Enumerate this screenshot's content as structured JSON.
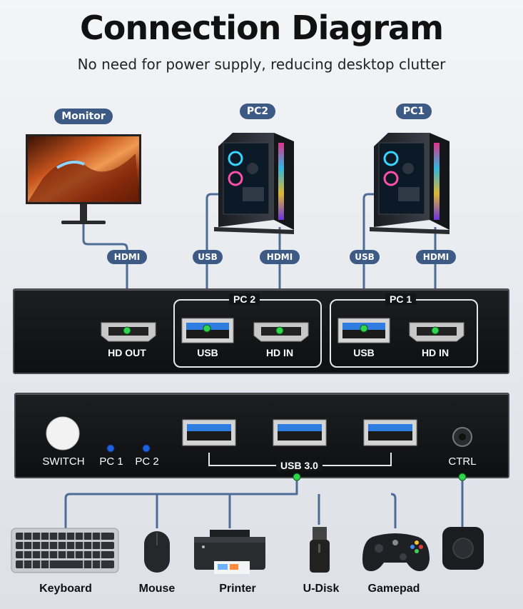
{
  "header": {
    "title": "Connection Diagram",
    "subtitle": "No need for power supply, reducing desktop clutter"
  },
  "devices": {
    "monitor": "Monitor",
    "pc2": "PC2",
    "pc1": "PC1"
  },
  "cables": {
    "monitor": "HDMI",
    "pc2_usb": "USB",
    "pc2_hdmi": "HDMI",
    "pc1_usb": "USB",
    "pc1_hdmi": "HDMI"
  },
  "rear_panel": {
    "hd_out": "HD OUT",
    "group_pc2": "PC 2",
    "group_pc1": "PC 1",
    "pc2_usb": "USB",
    "pc2_hd_in": "HD IN",
    "pc1_usb": "USB",
    "pc1_hd_in": "HD IN"
  },
  "front_panel": {
    "switch": "SWITCH",
    "pc1_led": "PC 1",
    "pc2_led": "PC 2",
    "usb_ports": "USB 3.0",
    "ctrl": "CTRL"
  },
  "peripherals": [
    "Keyboard",
    "Mouse",
    "Printer",
    "U-Disk",
    "Gamepad"
  ],
  "colors": {
    "cable": "#4e6c95",
    "connector_dot": "#2fd54a",
    "pill": "#3d5a84",
    "panel": "#131416",
    "usb_blue": "#2f7de1",
    "led_blue": "#1d62e0"
  }
}
